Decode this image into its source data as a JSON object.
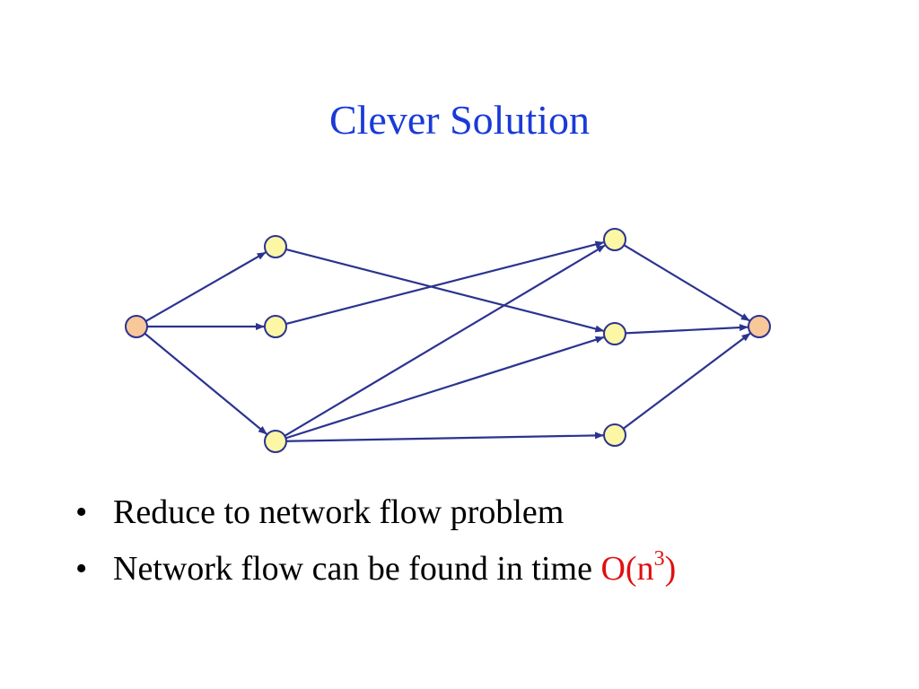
{
  "slide": {
    "title": "Clever Solution",
    "colors": {
      "title": "#1a3ad8",
      "edge": "#2b3390",
      "terminal_node_fill": "#f8c79a",
      "inner_node_fill": "#fbf7a4",
      "node_stroke": "#2b3390",
      "highlight": "#e01010"
    }
  },
  "bullets": [
    {
      "marker": "•",
      "text": "Reduce to network flow problem"
    },
    {
      "marker": "•",
      "text": "Network flow can be found in time ",
      "highlight_base": "O(n",
      "highlight_sup": "3",
      "highlight_end": ")"
    }
  ],
  "diagram": {
    "nodes": [
      {
        "id": "source",
        "kind": "terminal"
      },
      {
        "id": "left-top",
        "kind": "inner"
      },
      {
        "id": "left-middle",
        "kind": "inner"
      },
      {
        "id": "left-bottom",
        "kind": "inner"
      },
      {
        "id": "right-top",
        "kind": "inner"
      },
      {
        "id": "right-middle",
        "kind": "inner"
      },
      {
        "id": "right-bottom",
        "kind": "inner"
      },
      {
        "id": "sink",
        "kind": "terminal"
      }
    ],
    "edges": [
      [
        "source",
        "left-top"
      ],
      [
        "source",
        "left-middle"
      ],
      [
        "source",
        "left-bottom"
      ],
      [
        "left-top",
        "right-middle"
      ],
      [
        "left-middle",
        "right-top"
      ],
      [
        "left-bottom",
        "right-top"
      ],
      [
        "left-bottom",
        "right-middle"
      ],
      [
        "left-bottom",
        "right-bottom"
      ],
      [
        "right-top",
        "sink"
      ],
      [
        "right-middle",
        "sink"
      ],
      [
        "right-bottom",
        "sink"
      ]
    ]
  }
}
